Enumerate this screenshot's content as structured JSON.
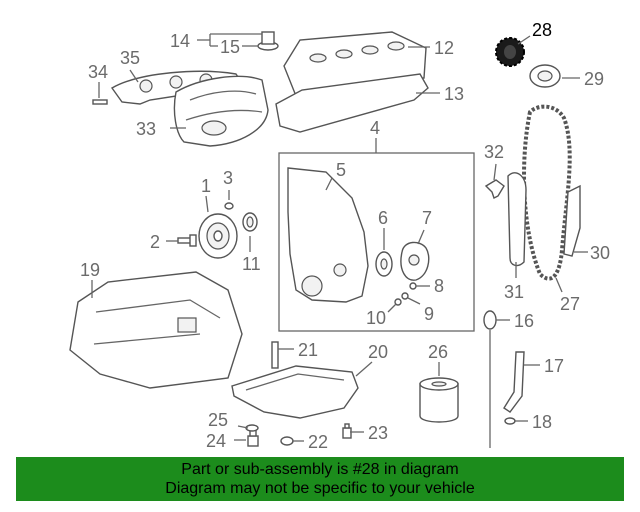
{
  "callouts": [
    "1",
    "2",
    "3",
    "4",
    "5",
    "6",
    "7",
    "8",
    "9",
    "10",
    "11",
    "12",
    "13",
    "14",
    "15",
    "16",
    "17",
    "18",
    "19",
    "20",
    "21",
    "22",
    "23",
    "24",
    "25",
    "26",
    "27",
    "28",
    "29",
    "30",
    "31",
    "32",
    "33",
    "34",
    "35"
  ],
  "highlighted_part": "28",
  "highlight_color": "#000000",
  "label_color": "#6b6b6b",
  "banner": {
    "line1": "Part or sub-assembly is #28 in diagram",
    "line2": "Diagram may not be specific to your vehicle",
    "background": "#1c8c1c"
  }
}
